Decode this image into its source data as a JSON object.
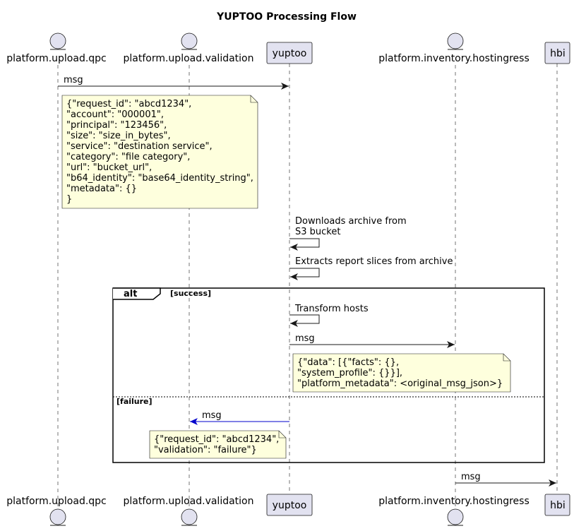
{
  "diagram": {
    "title": "YUPTOO Processing Flow",
    "participants": [
      {
        "id": "qpc",
        "label": "platform.upload.qpc",
        "kind": "entity"
      },
      {
        "id": "validation",
        "label": "platform.upload.validation",
        "kind": "entity"
      },
      {
        "id": "yuptoo",
        "label": "yuptoo",
        "kind": "participant"
      },
      {
        "id": "hostingress",
        "label": "platform.inventory.hostingress",
        "kind": "entity"
      },
      {
        "id": "hbi",
        "label": "hbi",
        "kind": "participant"
      }
    ],
    "messages": [
      {
        "label": "msg",
        "from": "qpc",
        "to": "yuptoo"
      },
      {
        "label": "Downloads archive from\nS3 bucket",
        "from": "yuptoo",
        "to": "yuptoo"
      },
      {
        "label": "Extracts report slices from archive",
        "from": "yuptoo",
        "to": "yuptoo"
      },
      {
        "label": "Transform hosts",
        "from": "yuptoo",
        "to": "yuptoo"
      },
      {
        "label": "msg",
        "from": "yuptoo",
        "to": "hostingress"
      },
      {
        "label": "msg",
        "from": "yuptoo",
        "to": "validation",
        "color": "#0000CC"
      },
      {
        "label": "msg",
        "from": "hostingress",
        "to": "hbi"
      }
    ],
    "notes": [
      {
        "id": "note-qpc",
        "lines": [
          "{\"request_id\": \"abcd1234\",",
          "\"account\": \"000001\",",
          "\"principal\": \"123456\",",
          "\"size\": \"size_in_bytes\",",
          "\"service\": \"destination service\",",
          "\"category\": \"file category\",",
          "\"url\": \"bucket_url\",",
          "\"b64_identity\": \"base64_identity_string\",",
          "\"metadata\": {}",
          "}"
        ]
      },
      {
        "id": "note-hostingress",
        "lines": [
          "{\"data\": [{\"facts\": {},",
          "\"system_profile\": {}}],",
          "\"platform_metadata\": <original_msg_json>}"
        ]
      },
      {
        "id": "note-validation",
        "lines": [
          "{\"request_id\": \"abcd1234\",",
          "\"validation\": \"failure\"}"
        ]
      }
    ],
    "alt": {
      "keyword": "alt",
      "guard1": "[success]",
      "guard2": "[failure]"
    },
    "colors": {
      "participant_fill": "#E2E2F0",
      "note_fill": "#FEFFDD",
      "failure_arrow": "#0000CC"
    }
  }
}
